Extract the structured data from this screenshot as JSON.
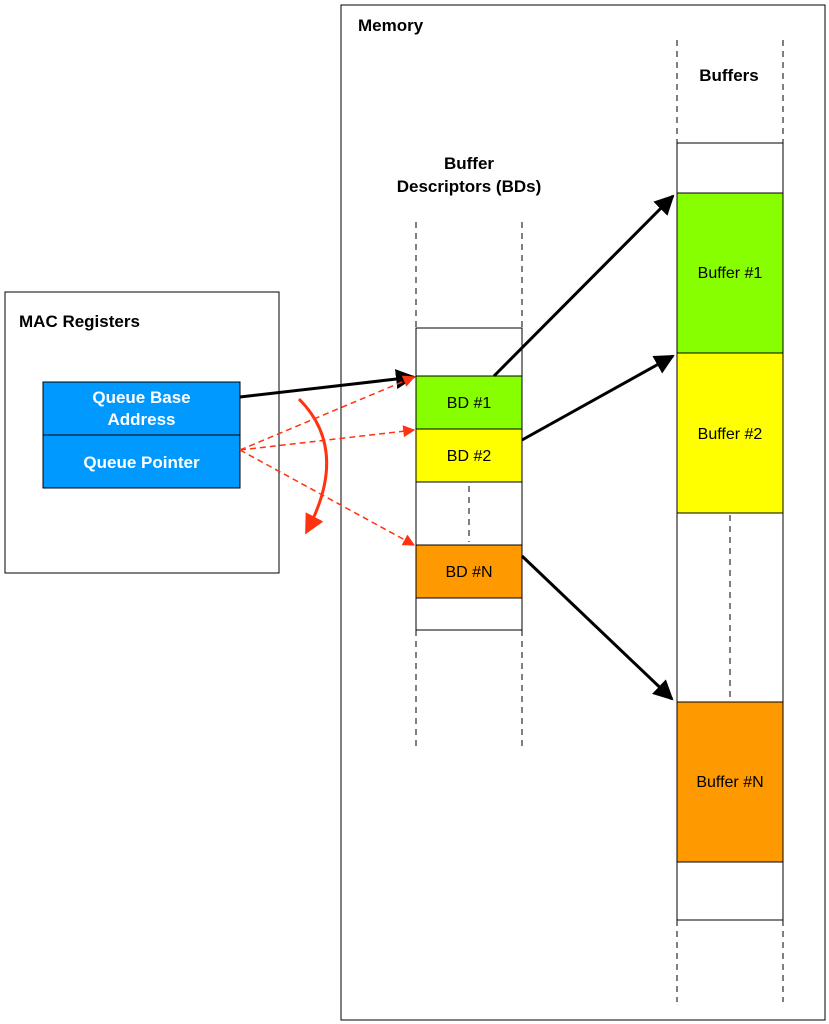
{
  "mac_registers": {
    "title": "MAC Registers",
    "queue_base_address": {
      "line1": "Queue Base",
      "line2": "Address"
    },
    "queue_pointer": "Queue Pointer"
  },
  "memory": {
    "title": "Memory",
    "descriptors": {
      "title_line1": "Buffer",
      "title_line2": "Descriptors (BDs)",
      "items": [
        "BD #1",
        "BD #2",
        "BD #N"
      ]
    },
    "buffers": {
      "title": "Buffers",
      "items": [
        "Buffer #1",
        "Buffer #2",
        "Buffer #N"
      ]
    }
  },
  "colors": {
    "register_blue": "#0099FF",
    "green": "#88FF00",
    "yellow": "#FFFF00",
    "orange": "#FF9900",
    "pointer_red": "#FF3311",
    "line": "#000000"
  }
}
